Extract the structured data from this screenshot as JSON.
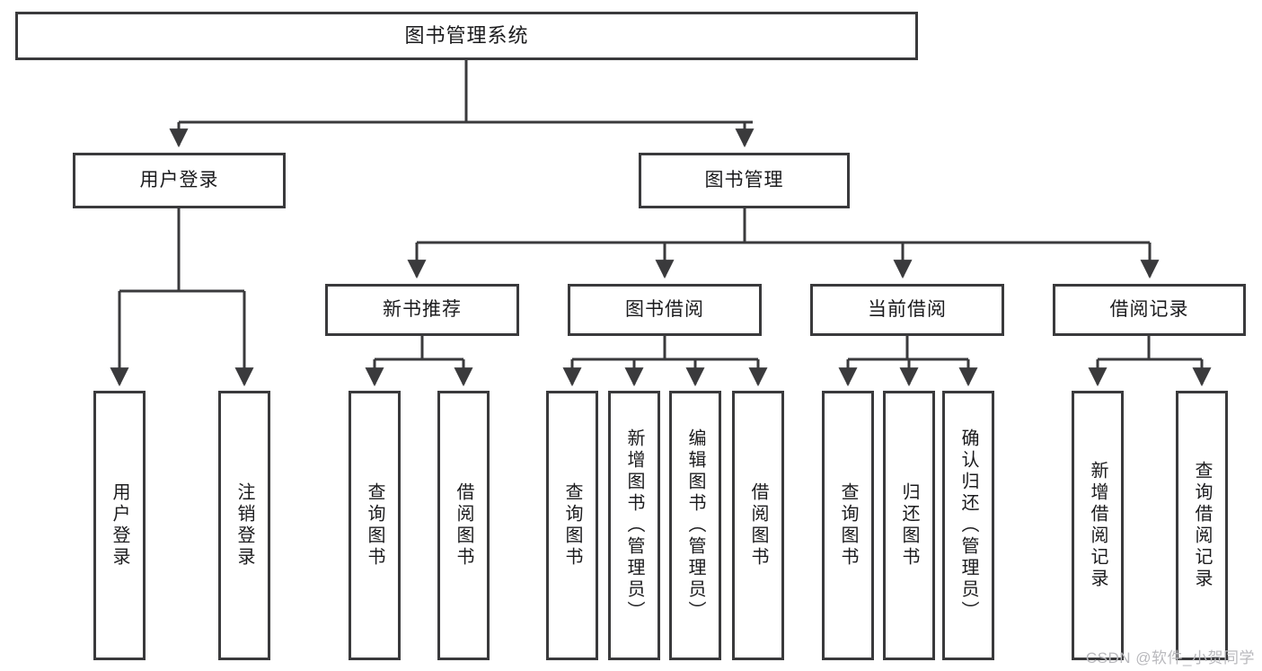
{
  "diagram": {
    "title": "图书管理系统",
    "type": "tree-hierarchy-chart",
    "root": {
      "id": "root",
      "label": "图书管理系统"
    },
    "level2": [
      {
        "id": "user-login",
        "label": "用户登录"
      },
      {
        "id": "book-manage",
        "label": "图书管理"
      }
    ],
    "level3": [
      {
        "id": "new-book-recommend",
        "label": "新书推荐"
      },
      {
        "id": "book-borrow",
        "label": "图书借阅"
      },
      {
        "id": "current-borrow",
        "label": "当前借阅"
      },
      {
        "id": "borrow-record",
        "label": "借阅记录"
      }
    ],
    "leaves": [
      {
        "id": "leaf-user-login",
        "label": "用户登录"
      },
      {
        "id": "leaf-logout-login",
        "label": "注销登录"
      },
      {
        "id": "leaf-query-book-1",
        "label": "查询图书"
      },
      {
        "id": "leaf-borrow-book-1",
        "label": "借阅图书"
      },
      {
        "id": "leaf-query-book-2",
        "label": "查询图书"
      },
      {
        "id": "leaf-add-book-admin",
        "label": "新增图书（管理员）"
      },
      {
        "id": "leaf-edit-book-admin",
        "label": "编辑图书（管理员）"
      },
      {
        "id": "leaf-borrow-book-2",
        "label": "借阅图书"
      },
      {
        "id": "leaf-query-book-3",
        "label": "查询图书"
      },
      {
        "id": "leaf-return-book",
        "label": "归还图书"
      },
      {
        "id": "leaf-confirm-return-admin",
        "label": "确认归还（管理员）"
      },
      {
        "id": "leaf-add-borrow-record",
        "label": "新增借阅记录"
      },
      {
        "id": "leaf-query-borrow-record",
        "label": "查询借阅记录"
      }
    ]
  },
  "watermark": {
    "text": "CSDN @软件_小贺同学"
  },
  "colors": {
    "border": "#3a3a3c",
    "text": "#1b1b1d",
    "background": "#ffffff",
    "watermark": "#b9b9bd"
  }
}
